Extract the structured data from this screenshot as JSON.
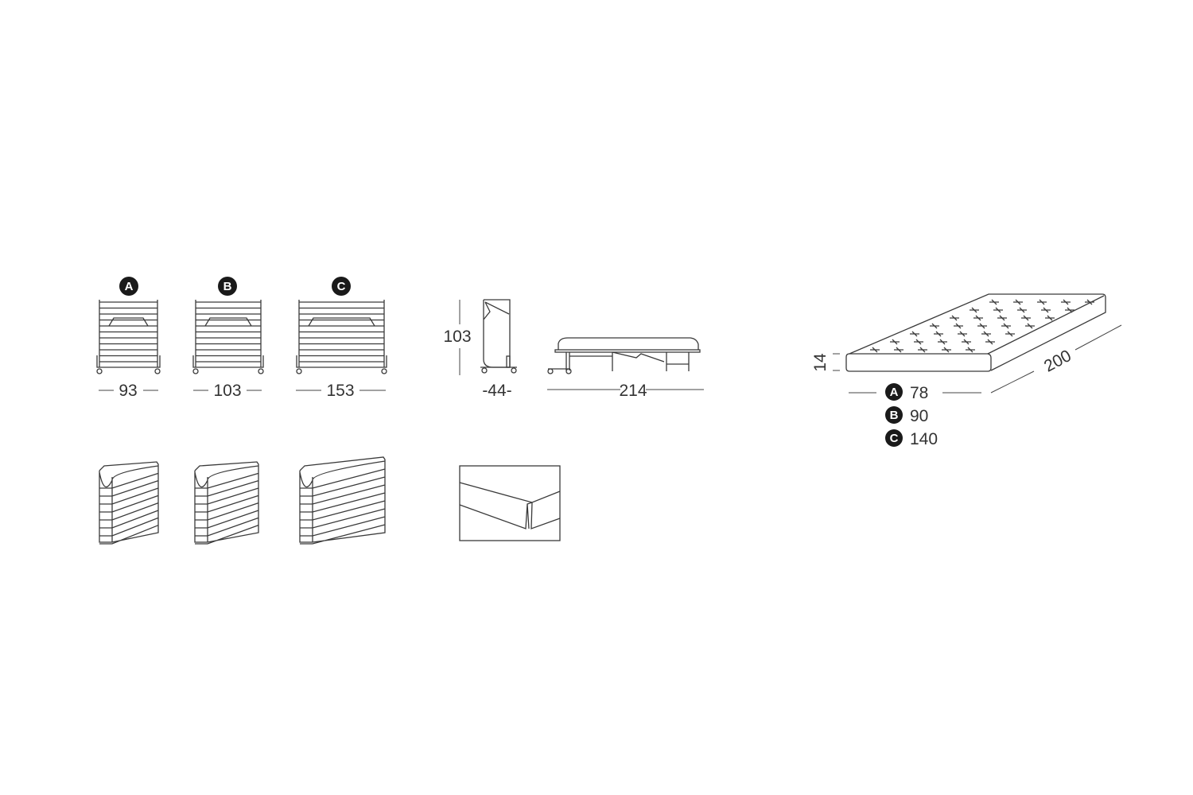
{
  "variants": [
    {
      "label": "A",
      "width": "93",
      "mattress_width": "78"
    },
    {
      "label": "B",
      "width": "103",
      "mattress_width": "90"
    },
    {
      "label": "C",
      "width": "153",
      "mattress_width": "140"
    }
  ],
  "side_view": {
    "height": "103",
    "depth_folded": "-44-",
    "length_open": "214"
  },
  "mattress": {
    "thickness": "14",
    "length": "200"
  },
  "colors": {
    "line": "#3a3a3a",
    "badge": "#1a1a1a",
    "background": "#ffffff"
  }
}
